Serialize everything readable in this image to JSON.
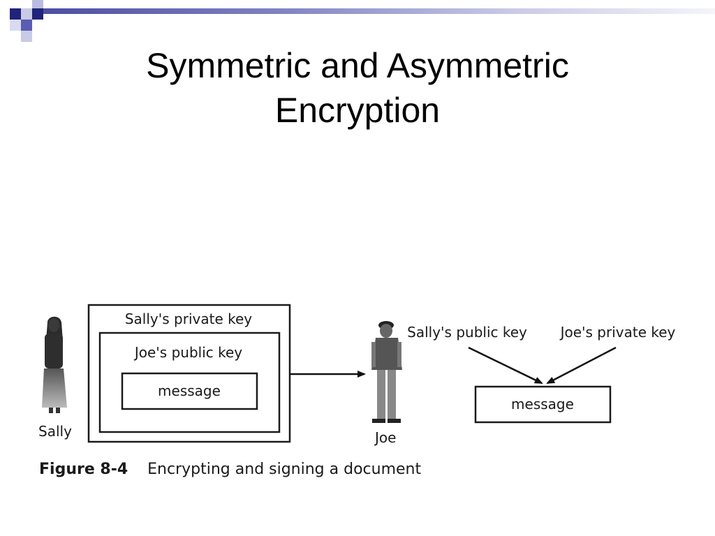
{
  "slide": {
    "title_line1": "Symmetric and Asymmetric",
    "title_line2": "Encryption"
  },
  "theme": {
    "accent_dark": "#1f237a",
    "accent_mid": "#5a5db0",
    "accent_light": "#b9bbe0"
  },
  "diagram": {
    "outer_box_label": "Sally's private key",
    "middle_box_label": "Joe's public key",
    "inner_box_label": "message",
    "sender_name": "Sally",
    "receiver_name": "Joe",
    "key_left_label": "Sally's public key",
    "key_right_label": "Joe's private key",
    "result_box_label": "message"
  },
  "caption": {
    "figure_number": "Figure 8-4",
    "text": "Encrypting and signing a document"
  }
}
